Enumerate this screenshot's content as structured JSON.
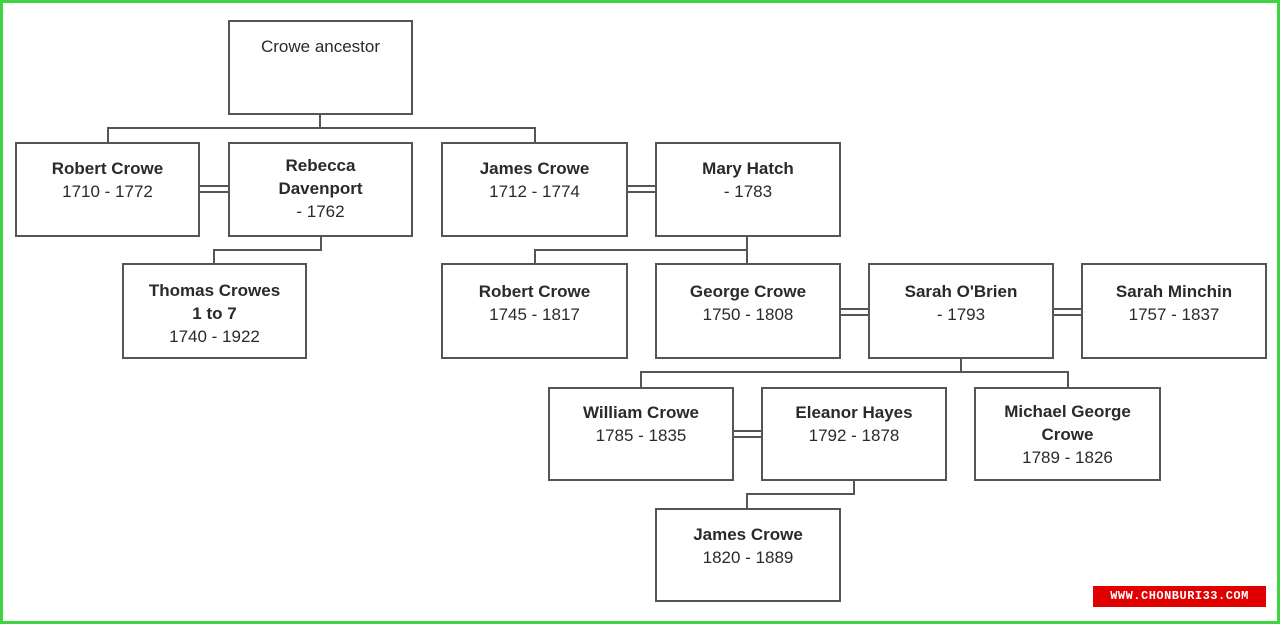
{
  "tree": {
    "root": {
      "name": "Crowe ancestor"
    },
    "robert_crowe_1710": {
      "name": "Robert Crowe",
      "dates": "1710 - 1772"
    },
    "rebecca_davenport": {
      "name": "Rebecca Davenport",
      "dates": "- 1762"
    },
    "james_crowe_1712": {
      "name": "James Crowe",
      "dates": "1712 - 1774"
    },
    "mary_hatch": {
      "name": "Mary Hatch",
      "dates": "- 1783"
    },
    "thomas_crowes": {
      "name": "Thomas Crowes 1 to 7",
      "dates": "1740 - 1922"
    },
    "robert_crowe_1745": {
      "name": "Robert Crowe",
      "dates": "1745 - 1817"
    },
    "george_crowe": {
      "name": "George Crowe",
      "dates": "1750 - 1808"
    },
    "sarah_obrien": {
      "name": "Sarah O'Brien",
      "dates": "- 1793"
    },
    "sarah_minchin": {
      "name": "Sarah Minchin",
      "dates": "1757 - 1837"
    },
    "william_crowe": {
      "name": "William Crowe",
      "dates": "1785 - 1835"
    },
    "eleanor_hayes": {
      "name": "Eleanor Hayes",
      "dates": "1792 - 1878"
    },
    "michael_george_crowe": {
      "name": "Michael George Crowe",
      "dates": "1789 - 1826"
    },
    "james_crowe_1820": {
      "name": "James Crowe",
      "dates": "1820 - 1889"
    }
  },
  "watermark": {
    "text": "WWW.CHONBURI33.COM"
  },
  "colors": {
    "frame": "#3fd33f",
    "box_border": "#555555",
    "watermark_bg": "#e00000"
  }
}
